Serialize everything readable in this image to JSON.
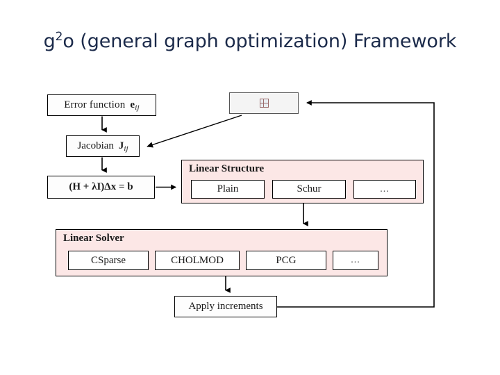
{
  "slide": {
    "title_main": "o (general graph optimization) Framework",
    "title_prefix": "g",
    "title_superscript": "2",
    "title_color": "#1b2a4a"
  },
  "diagram": {
    "type": "flowchart",
    "background": "#ffffff",
    "panel_fill": "#fce7e6",
    "node_fill": "#ffffff",
    "line_color": "#000000",
    "nodes": {
      "error_function": {
        "label": "Error function",
        "symbol": "e",
        "subscript": "ij"
      },
      "jacobian": {
        "label": "Jacobian",
        "symbol": "J",
        "subscript": "ij"
      },
      "normal_equation": {
        "label": "(H + λI)Δx = b"
      },
      "image_placeholder": {
        "icon": "grid-placeholder-icon",
        "label": ""
      },
      "apply_increments": {
        "label": "Apply increments"
      }
    },
    "panels": [
      {
        "id": "linear-structure",
        "title": "Linear Structure",
        "items": [
          {
            "label": "Plain"
          },
          {
            "label": "Schur"
          },
          {
            "label": "..."
          }
        ]
      },
      {
        "id": "linear-solver",
        "title": "Linear Solver",
        "items": [
          {
            "label": "CSparse"
          },
          {
            "label": "CHOLMOD"
          },
          {
            "label": "PCG"
          },
          {
            "label": "..."
          }
        ]
      }
    ],
    "edges": [
      {
        "from": "error_function",
        "to": "jacobian",
        "style": "solid-arrow"
      },
      {
        "from": "jacobian",
        "to": "normal_equation",
        "style": "solid-arrow"
      },
      {
        "from": "image_placeholder",
        "to": "jacobian",
        "style": "diagonal-arrow"
      },
      {
        "from": "normal_equation",
        "to": "linear-structure",
        "style": "solid-arrow"
      },
      {
        "from": "linear-structure",
        "to": "linear-solver",
        "style": "solid-arrow"
      },
      {
        "from": "linear-solver",
        "to": "apply_increments",
        "style": "solid-arrow"
      },
      {
        "from": "apply_increments",
        "to": "image_placeholder",
        "style": "feedback-loop"
      }
    ]
  }
}
